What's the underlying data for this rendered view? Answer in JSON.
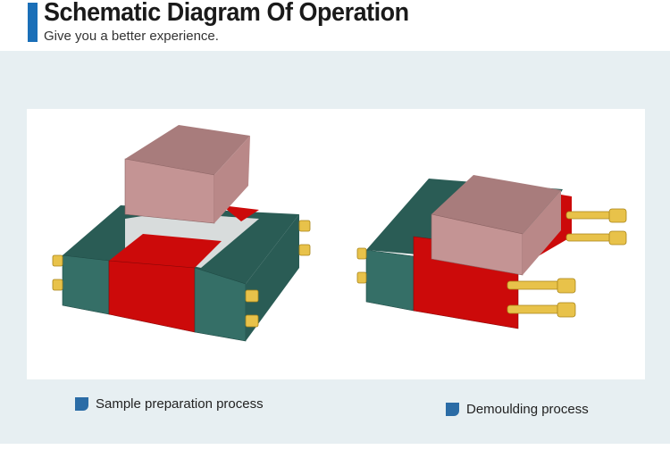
{
  "header": {
    "title": "Schematic Diagram Of Operation",
    "subtitle": "Give you a better experience."
  },
  "captions": [
    {
      "label": "Sample preparation process"
    },
    {
      "label": "Demoulding process"
    }
  ],
  "colors": {
    "accent": "#1a6fb8",
    "mold_green": "#2f6b63",
    "mold_red": "#cc0a0a",
    "block_pink": "#c49494",
    "bolt": "#e8c24a"
  }
}
